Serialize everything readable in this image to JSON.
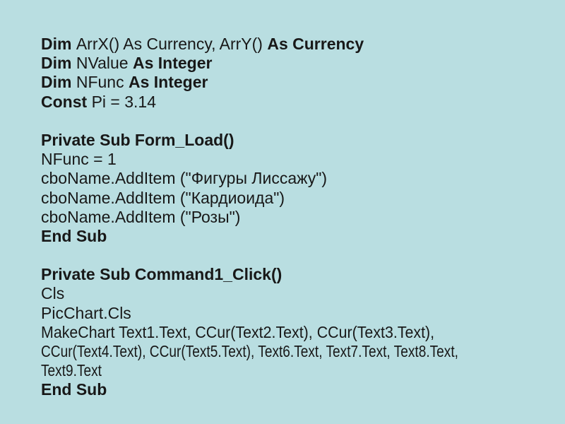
{
  "slide": {
    "background_color": "#b9dee1",
    "text_color": "#181818"
  },
  "code": {
    "language": "Visual Basic",
    "lines": [
      {
        "segments": [
          {
            "text": "Dim ",
            "bold": true
          },
          {
            "text": "ArrX() As Currency, ArrY() ",
            "bold": false
          },
          {
            "text": "As Currency",
            "bold": true
          }
        ]
      },
      {
        "segments": [
          {
            "text": "Dim ",
            "bold": true
          },
          {
            "text": "NValue ",
            "bold": false
          },
          {
            "text": "As Integer",
            "bold": true
          }
        ]
      },
      {
        "segments": [
          {
            "text": "Dim ",
            "bold": true
          },
          {
            "text": "NFunc ",
            "bold": false
          },
          {
            "text": "As Integer",
            "bold": true
          }
        ]
      },
      {
        "segments": [
          {
            "text": "Const ",
            "bold": true
          },
          {
            "text": "Pi = 3.14",
            "bold": false
          }
        ]
      },
      {
        "segments": []
      },
      {
        "segments": [
          {
            "text": "Private Sub Form_Load()",
            "bold": true
          }
        ]
      },
      {
        "segments": [
          {
            "text": "NFunc = 1",
            "bold": false
          }
        ]
      },
      {
        "segments": [
          {
            "text": "cboName.AddItem (\"Фигуры Лиссажу\")",
            "bold": false
          }
        ]
      },
      {
        "segments": [
          {
            "text": "cboName.AddItem (\"Кардиоида\")",
            "bold": false
          }
        ]
      },
      {
        "segments": [
          {
            "text": "cboName.AddItem (\"Розы\")",
            "bold": false
          }
        ]
      },
      {
        "segments": [
          {
            "text": "End Sub",
            "bold": true
          }
        ]
      },
      {
        "segments": []
      },
      {
        "segments": [
          {
            "text": "Private Sub Command1_Click()",
            "bold": true
          }
        ]
      },
      {
        "segments": [
          {
            "text": "Cls",
            "bold": false
          }
        ]
      },
      {
        "segments": [
          {
            "text": "PicChart.Cls",
            "bold": false
          }
        ]
      },
      {
        "segments": [
          {
            "text": "MakeChart Text1.Text, CCur(Text2.Text), CCur(Text3.Text),",
            "bold": false
          }
        ]
      },
      {
        "segments": [
          {
            "text": "CCur(Text4.Text), CCur(Text5.Text), Text6.Text, Text7.Text, Text8.Text,",
            "bold": false
          }
        ]
      },
      {
        "segments": [
          {
            "text": "Text9.Text",
            "bold": false
          }
        ]
      },
      {
        "segments": [
          {
            "text": "End Sub",
            "bold": true
          }
        ]
      }
    ]
  }
}
